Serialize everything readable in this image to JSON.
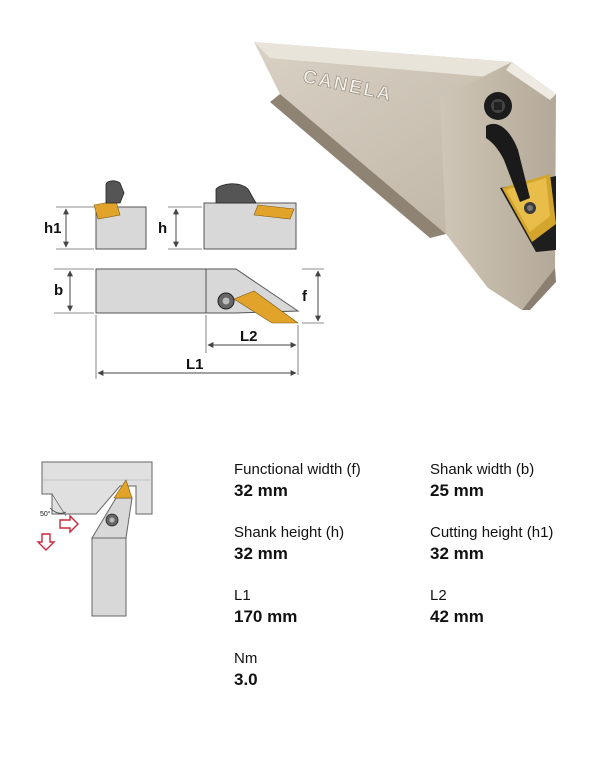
{
  "brand": {
    "name": "CANELA"
  },
  "dimension_labels": {
    "h1": "h1",
    "h": "h",
    "b": "b",
    "f": "f",
    "L1": "L1",
    "L2": "L2"
  },
  "angle_label": "50°",
  "specs": [
    {
      "label": "Functional width (f)",
      "value": "32 mm"
    },
    {
      "label": "Shank width (b)",
      "value": "25 mm"
    },
    {
      "label": "Shank height (h)",
      "value": "32 mm"
    },
    {
      "label": "Cutting height (h1)",
      "value": "32 mm"
    },
    {
      "label": "L1",
      "value": "170 mm"
    },
    {
      "label": "L2",
      "value": "42 mm"
    },
    {
      "label": "Nm",
      "value": "3.0"
    }
  ],
  "colors": {
    "insert": "#e2a32a",
    "shank_fill": "#d8d8d8",
    "outline": "#555555",
    "arrow": "#c8283c"
  }
}
